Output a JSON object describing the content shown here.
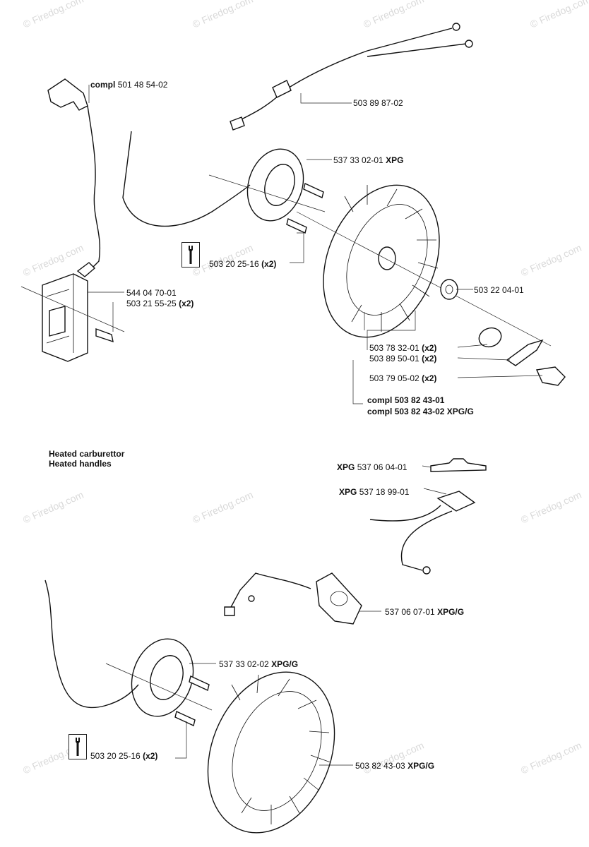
{
  "watermark": "© Firedog.com",
  "section_top": {
    "parts": [
      {
        "number": "501 48 54-02",
        "prefix": "compl",
        "suffix": ""
      },
      {
        "number": "503 89 87-02",
        "prefix": "",
        "suffix": ""
      },
      {
        "number": "537 33 02-01",
        "prefix": "",
        "suffix": "XPG"
      },
      {
        "number": "503 20 25-16",
        "prefix": "",
        "suffix": "(x2)"
      },
      {
        "number": "503 22 04-01",
        "prefix": "",
        "suffix": ""
      },
      {
        "number": "544 04 70-01",
        "prefix": "",
        "suffix": ""
      },
      {
        "number": "503 21 55-25",
        "prefix": "",
        "suffix": "(x2)"
      },
      {
        "number": "503 78 32-01",
        "prefix": "",
        "suffix": "(x2)"
      },
      {
        "number": "503 89 50-01",
        "prefix": "",
        "suffix": "(x2)"
      },
      {
        "number": "503 79 05-02",
        "prefix": "",
        "suffix": "(x2)"
      },
      {
        "number": "503 82 43-01",
        "prefix": "compl",
        "suffix": ""
      },
      {
        "number": "503 82 43-02",
        "prefix": "compl",
        "suffix": "XPG/G"
      }
    ]
  },
  "heading_lines": [
    "Heated carburettor",
    "Heated handles"
  ],
  "section_bottom": {
    "parts": [
      {
        "number": "537 06 04-01",
        "prefix": "XPG",
        "suffix": ""
      },
      {
        "number": "537 18 99-01",
        "prefix": "XPG",
        "suffix": ""
      },
      {
        "number": "537 06 07-01",
        "prefix": "",
        "suffix": "XPG/G"
      },
      {
        "number": "537 33 02-02",
        "prefix": "",
        "suffix": "XPG/G"
      },
      {
        "number": "503 20 25-16",
        "prefix": "",
        "suffix": "(x2)"
      },
      {
        "number": "503 82 43-03",
        "prefix": "",
        "suffix": "XPG/G"
      }
    ]
  }
}
